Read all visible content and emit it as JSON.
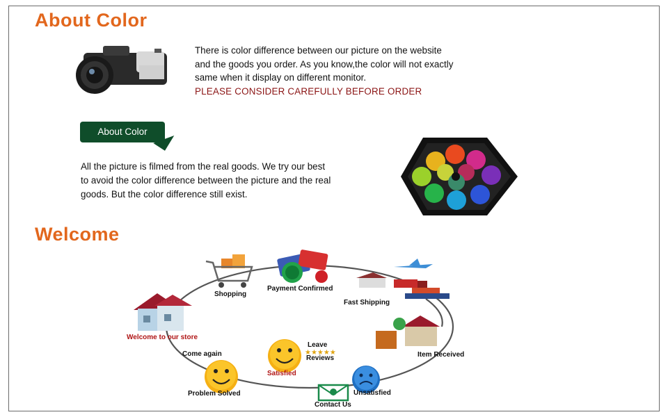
{
  "about": {
    "heading": "About Color",
    "intro_lines": [
      "There is color difference between our picture on the website",
      "and the goods you order. As you know,the color will not exactly",
      "same when it display on different monitor."
    ],
    "warning": "PLEASE CONSIDER CAREFULLY BEFORE ORDER",
    "bubble_label": "About Color",
    "body_lines": [
      "All the picture is filmed from the real goods. We try our best",
      "to avoid the color difference between the picture and the real",
      "goods. But the color difference still exist."
    ]
  },
  "welcome": {
    "heading": "Welcome",
    "steps": {
      "welcome": "Welcome to our store",
      "shopping": "Shopping",
      "payment": "Payment Confirmed",
      "shipping": "Fast Shipping",
      "received": "Item Received",
      "leave": "Leave",
      "reviews": "Reviews",
      "satisfied": "Satisfied",
      "unsatisfied": "Unsatisfied",
      "contact": "Contact Us",
      "problem": "Problem Solved",
      "come_again": "Come again"
    },
    "icons": [
      "house-icon",
      "shopping-cart-icon",
      "credit-card-icon",
      "plane-icon",
      "truck-icon",
      "ship-icon",
      "boxes-icon",
      "smiley-icon",
      "sad-face-icon",
      "envelope-icon",
      "stars-icon"
    ]
  },
  "colors": {
    "heading": "#e2671d",
    "warning": "#8b1414",
    "bubble": "#0f4d2a",
    "label_red": "#b01616"
  }
}
